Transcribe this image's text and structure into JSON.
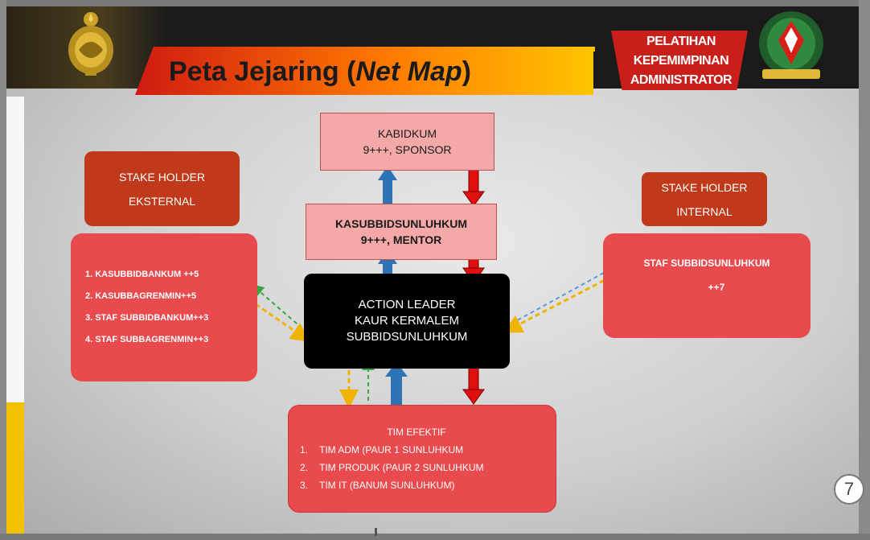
{
  "header": {
    "title_main": "Peta Jejaring (",
    "title_italic": "Net Map",
    "title_end": ")",
    "right_label": [
      "PELATIHAN",
      "KEPEMIMPINAN",
      "ADMINISTRATOR"
    ]
  },
  "nodes": {
    "kabidkum": {
      "line1": "KABIDKUM",
      "line2": "9+++,  SPONSOR"
    },
    "kasubbid": {
      "line1": "KASUBBIDSUNLUHKUM",
      "line2": "9+++, MENTOR"
    },
    "action_leader": {
      "line1": "ACTION LEADER",
      "line2": "KAUR KERMALEM",
      "line3": "SUBBIDSUNLUHKUM"
    },
    "tim_efektif": {
      "title": "TIM  EFEKTIF",
      "items": [
        {
          "num": "1.",
          "text": "TIM  ADM  (PAUR 1 SUNLUHKUM"
        },
        {
          "num": "2.",
          "text": "TIM  PRODUK  (PAUR 2 SUNLUHKUM"
        },
        {
          "num": "3.",
          "text": "TIM  IT (BANUM  SUNLUHKUM)"
        }
      ]
    },
    "stake_ext": {
      "line1": "STAKE  HOLDER",
      "line2": "EKSTERNAL"
    },
    "stake_ext_list": [
      "1.   KASUBBIDBANKUM ++5",
      "2.   KASUBBAGRENMIN++5",
      "3.   STAF  SUBBIDBANKUM++3",
      "4.   STAF  SUBBAGRENMIN++3"
    ],
    "stake_int": {
      "line1": "STAKE  HOLDER",
      "line2": "INTERNAL"
    },
    "stake_int_list": {
      "line1": "STAF SUBBIDSUNLUHKUM",
      "line2": "++7"
    }
  },
  "page_number": "7",
  "colors": {
    "blue_arrow": "#2e74b5",
    "red_arrow": "#e01010",
    "green_dashed": "#3aa640",
    "yellow_dashed": "#f0b400",
    "box_red": "#e84a4d",
    "box_dark_red": "#c0391b",
    "box_pink": "#f4a9a8"
  }
}
